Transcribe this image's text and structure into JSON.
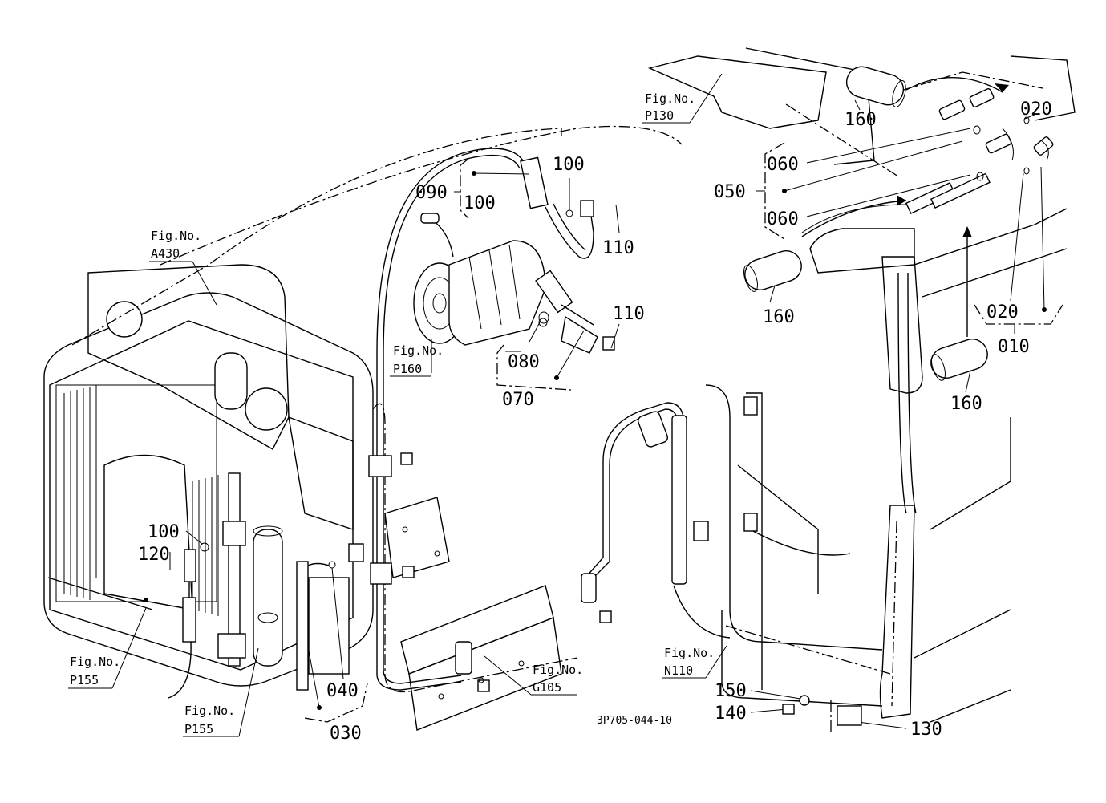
{
  "drawing_code": "3P705-044-10",
  "part_labels": {
    "p010": "010",
    "p020_a": "020",
    "p020_b": "020",
    "p030": "030",
    "p040": "040",
    "p050": "050",
    "p060_a": "060",
    "p060_b": "060",
    "p070": "070",
    "p080": "080",
    "p090": "090",
    "p100_a": "100",
    "p100_b": "100",
    "p100_c": "100",
    "p110_a": "110",
    "p110_b": "110",
    "p120": "120",
    "p130": "130",
    "p140": "140",
    "p150": "150",
    "p160_a": "160",
    "p160_b": "160",
    "p160_c": "160"
  },
  "figure_refs": {
    "title": "Fig.No.",
    "p130": "P130",
    "a430": "A430",
    "p160": "P160",
    "p155_a": "P155",
    "p155_b": "P155",
    "g105": "G105",
    "n110": "N110"
  }
}
